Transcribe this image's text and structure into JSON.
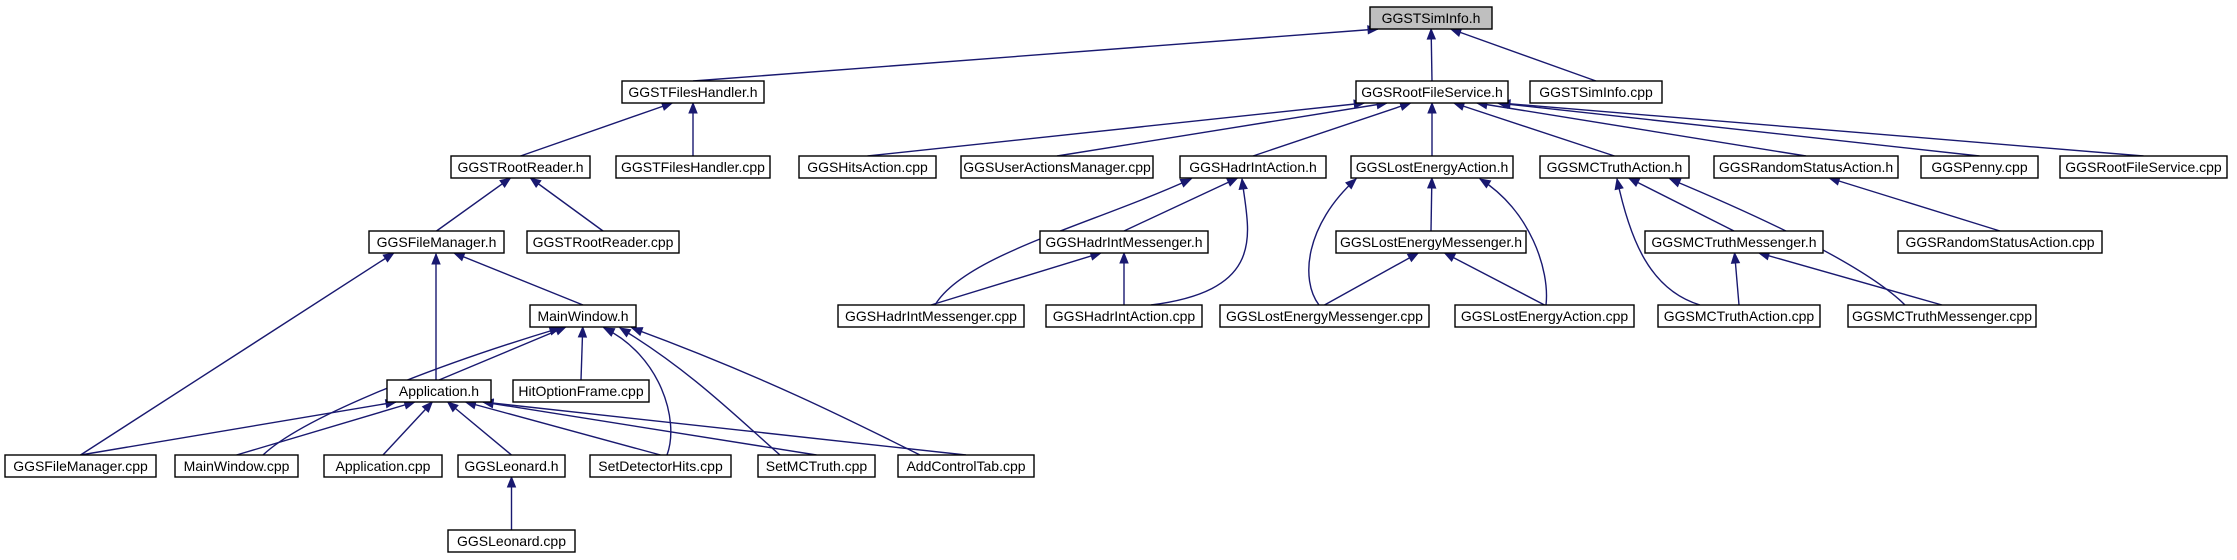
{
  "colors": {
    "root_fill": "#bfbfbf",
    "node_fill": "#ffffff",
    "border": "#000000",
    "edge": "#191970"
  },
  "nodes": [
    {
      "id": "ggstsiminfo_h",
      "label": "GGSTSimInfo.h",
      "root": true
    },
    {
      "id": "ggstfileshandler_h",
      "label": "GGSTFilesHandler.h"
    },
    {
      "id": "ggsrootfileservice_h",
      "label": "GGSRootFileService.h"
    },
    {
      "id": "ggstsiminfo_cpp",
      "label": "GGSTSimInfo.cpp"
    },
    {
      "id": "ggstrootreader_h",
      "label": "GGSTRootReader.h"
    },
    {
      "id": "ggstfileshandler_cpp",
      "label": "GGSTFilesHandler.cpp"
    },
    {
      "id": "ggshitsaction_cpp",
      "label": "GGSHitsAction.cpp"
    },
    {
      "id": "ggsuseractionsmanager_cpp",
      "label": "GGSUserActionsManager.cpp"
    },
    {
      "id": "ggshadrintaction_h",
      "label": "GGSHadrIntAction.h"
    },
    {
      "id": "ggslostenergyaction_h",
      "label": "GGSLostEnergyAction.h"
    },
    {
      "id": "ggsmctruthaction_h",
      "label": "GGSMCTruthAction.h"
    },
    {
      "id": "ggsrandomstatusaction_h",
      "label": "GGSRandomStatusAction.h"
    },
    {
      "id": "ggspenny_cpp",
      "label": "GGSPenny.cpp"
    },
    {
      "id": "ggsrootfileservice_cpp",
      "label": "GGSRootFileService.cpp"
    },
    {
      "id": "ggsfilemanager_h",
      "label": "GGSFileManager.h"
    },
    {
      "id": "ggstrootreader_cpp",
      "label": "GGSTRootReader.cpp"
    },
    {
      "id": "ggshadrintmessenger_h",
      "label": "GGSHadrIntMessenger.h"
    },
    {
      "id": "ggslostenergymessenger_h",
      "label": "GGSLostEnergyMessenger.h"
    },
    {
      "id": "ggsmctruthmessenger_h",
      "label": "GGSMCTruthMessenger.h"
    },
    {
      "id": "ggsrandomstatusaction_cpp",
      "label": "GGSRandomStatusAction.cpp"
    },
    {
      "id": "mainwindow_h",
      "label": "MainWindow.h"
    },
    {
      "id": "ggshadrintmessenger_cpp",
      "label": "GGSHadrIntMessenger.cpp"
    },
    {
      "id": "ggshadrintaction_cpp",
      "label": "GGSHadrIntAction.cpp"
    },
    {
      "id": "ggslostenergymessenger_cpp",
      "label": "GGSLostEnergyMessenger.cpp"
    },
    {
      "id": "ggslostenergyaction_cpp",
      "label": "GGSLostEnergyAction.cpp"
    },
    {
      "id": "ggsmctruthaction_cpp",
      "label": "GGSMCTruthAction.cpp"
    },
    {
      "id": "ggsmctruthmessenger_cpp",
      "label": "GGSMCTruthMessenger.cpp"
    },
    {
      "id": "application_h",
      "label": "Application.h"
    },
    {
      "id": "hitoptionframe_cpp",
      "label": "HitOptionFrame.cpp"
    },
    {
      "id": "ggsfilemanager_cpp",
      "label": "GGSFileManager.cpp"
    },
    {
      "id": "mainwindow_cpp",
      "label": "MainWindow.cpp"
    },
    {
      "id": "application_cpp",
      "label": "Application.cpp"
    },
    {
      "id": "ggsleonard_h",
      "label": "GGSLeonard.h"
    },
    {
      "id": "setdetectorhits_cpp",
      "label": "SetDetectorHits.cpp"
    },
    {
      "id": "setmctruth_cpp",
      "label": "SetMCTruth.cpp"
    },
    {
      "id": "addcontroltab_cpp",
      "label": "AddControlTab.cpp"
    },
    {
      "id": "ggsleonard_cpp",
      "label": "GGSLeonard.cpp"
    }
  ],
  "edges": [
    {
      "from": "ggstsiminfo_h",
      "to": "ggstfileshandler_h"
    },
    {
      "from": "ggstsiminfo_h",
      "to": "ggsrootfileservice_h"
    },
    {
      "from": "ggstsiminfo_h",
      "to": "ggstsiminfo_cpp"
    },
    {
      "from": "ggstfileshandler_h",
      "to": "ggstrootreader_h"
    },
    {
      "from": "ggstfileshandler_h",
      "to": "ggstfileshandler_cpp"
    },
    {
      "from": "ggsrootfileservice_h",
      "to": "ggshitsaction_cpp"
    },
    {
      "from": "ggsrootfileservice_h",
      "to": "ggsuseractionsmanager_cpp"
    },
    {
      "from": "ggsrootfileservice_h",
      "to": "ggshadrintaction_h"
    },
    {
      "from": "ggsrootfileservice_h",
      "to": "ggslostenergyaction_h"
    },
    {
      "from": "ggsrootfileservice_h",
      "to": "ggsmctruthaction_h"
    },
    {
      "from": "ggsrootfileservice_h",
      "to": "ggsrandomstatusaction_h"
    },
    {
      "from": "ggsrootfileservice_h",
      "to": "ggspenny_cpp"
    },
    {
      "from": "ggsrootfileservice_h",
      "to": "ggsrootfileservice_cpp"
    },
    {
      "from": "ggstrootreader_h",
      "to": "ggsfilemanager_h"
    },
    {
      "from": "ggstrootreader_h",
      "to": "ggstrootreader_cpp"
    },
    {
      "from": "ggshadrintaction_h",
      "to": "ggshadrintmessenger_h"
    },
    {
      "from": "ggshadrintaction_h",
      "to": "ggshadrintmessenger_cpp"
    },
    {
      "from": "ggshadrintaction_h",
      "to": "ggshadrintaction_cpp"
    },
    {
      "from": "ggslostenergyaction_h",
      "to": "ggslostenergymessenger_h"
    },
    {
      "from": "ggslostenergyaction_h",
      "to": "ggslostenergymessenger_cpp"
    },
    {
      "from": "ggslostenergyaction_h",
      "to": "ggslostenergyaction_cpp"
    },
    {
      "from": "ggsmctruthaction_h",
      "to": "ggsmctruthmessenger_h"
    },
    {
      "from": "ggsmctruthaction_h",
      "to": "ggsmctruthaction_cpp"
    },
    {
      "from": "ggsmctruthaction_h",
      "to": "ggsmctruthmessenger_cpp"
    },
    {
      "from": "ggsrandomstatusaction_h",
      "to": "ggsrandomstatusaction_cpp"
    },
    {
      "from": "ggsfilemanager_h",
      "to": "mainwindow_h"
    },
    {
      "from": "ggsfilemanager_h",
      "to": "application_h"
    },
    {
      "from": "ggsfilemanager_h",
      "to": "ggsfilemanager_cpp"
    },
    {
      "from": "ggshadrintmessenger_h",
      "to": "ggshadrintmessenger_cpp"
    },
    {
      "from": "ggshadrintmessenger_h",
      "to": "ggshadrintaction_cpp"
    },
    {
      "from": "ggslostenergymessenger_h",
      "to": "ggslostenergymessenger_cpp"
    },
    {
      "from": "ggslostenergymessenger_h",
      "to": "ggslostenergyaction_cpp"
    },
    {
      "from": "ggsmctruthmessenger_h",
      "to": "ggsmctruthaction_cpp"
    },
    {
      "from": "ggsmctruthmessenger_h",
      "to": "ggsmctruthmessenger_cpp"
    },
    {
      "from": "mainwindow_h",
      "to": "application_h"
    },
    {
      "from": "mainwindow_h",
      "to": "hitoptionframe_cpp"
    },
    {
      "from": "mainwindow_h",
      "to": "mainwindow_cpp"
    },
    {
      "from": "mainwindow_h",
      "to": "setdetectorhits_cpp"
    },
    {
      "from": "mainwindow_h",
      "to": "setmctruth_cpp"
    },
    {
      "from": "mainwindow_h",
      "to": "addcontroltab_cpp"
    },
    {
      "from": "application_h",
      "to": "ggsfilemanager_cpp"
    },
    {
      "from": "application_h",
      "to": "mainwindow_cpp"
    },
    {
      "from": "application_h",
      "to": "application_cpp"
    },
    {
      "from": "application_h",
      "to": "ggsleonard_h"
    },
    {
      "from": "application_h",
      "to": "setdetectorhits_cpp"
    },
    {
      "from": "application_h",
      "to": "setmctruth_cpp"
    },
    {
      "from": "application_h",
      "to": "addcontroltab_cpp"
    },
    {
      "from": "ggsleonard_h",
      "to": "ggsleonard_cpp"
    }
  ]
}
